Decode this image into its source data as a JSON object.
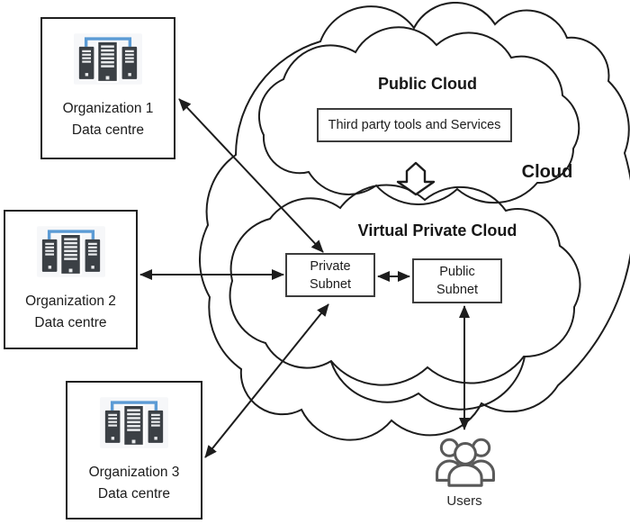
{
  "labels": {
    "outer_cloud": "Cloud",
    "public_cloud": "Public Cloud",
    "virtual_private_cloud": "Virtual Private Cloud",
    "third_party": "Third party tools and Services",
    "users": "Users"
  },
  "organizations": [
    {
      "name": "Organization 1",
      "subtitle": "Data centre"
    },
    {
      "name": "Organization 2",
      "subtitle": "Data centre"
    },
    {
      "name": "Organization 3",
      "subtitle": "Data centre"
    }
  ],
  "subnets": {
    "private": {
      "line1": "Private",
      "line2": "Subnet"
    },
    "public": {
      "line1": "Public",
      "line2": "Subnet"
    }
  },
  "icons": {
    "datacenter": "datacenter-servers-icon",
    "users": "users-group-icon"
  },
  "colors": {
    "outline": "#1d1d1d",
    "server_body": "#3b4045",
    "server_bracket": "#5b9bd5",
    "server_slots": "#e8eaec",
    "users_outline": "#595959",
    "background": "#ffffff"
  }
}
